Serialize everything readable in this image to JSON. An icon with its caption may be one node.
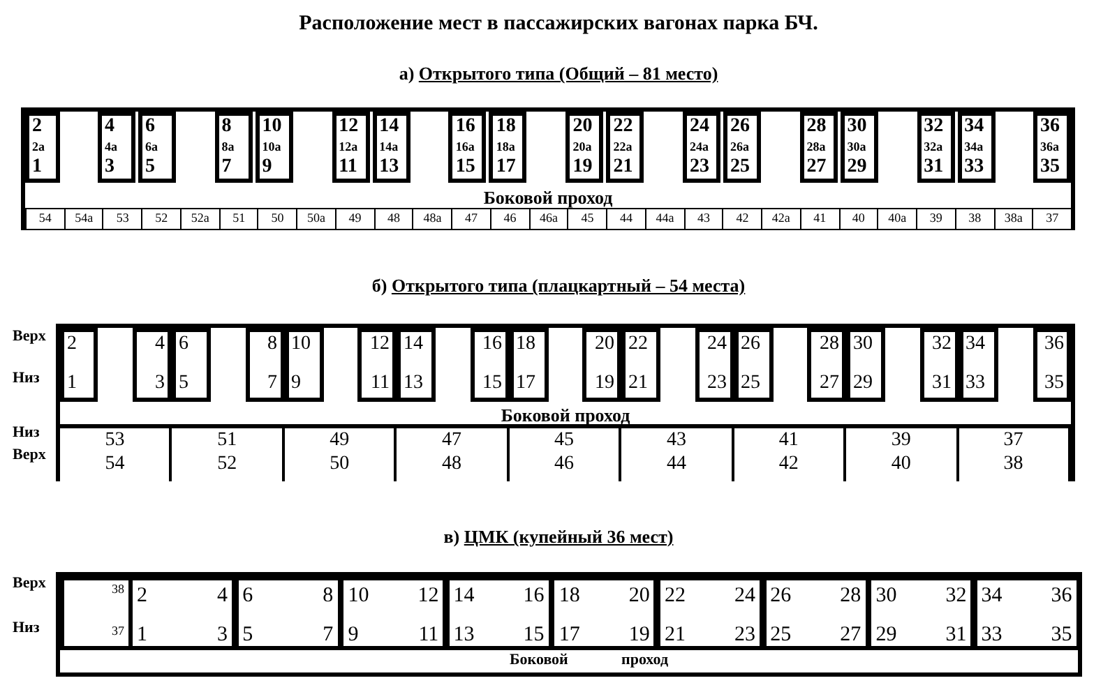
{
  "diagram": {
    "title": "Расположение мест в пассажирских вагонах парка БЧ.",
    "nodes": [
      {
        "text": [
          "а)",
          "Открытого типа (Общий – 81 место)",
          "Боковой проход"
        ]
      },
      {
        "text": [
          "2",
          "2а",
          "1"
        ],
        "in": 0
      },
      {
        "text": [
          "4",
          "4а",
          "3"
        ],
        "in": 0
      },
      {
        "text": [
          "6",
          "6а",
          "5"
        ],
        "in": 0
      },
      {
        "text": [
          "8",
          "8а",
          "7"
        ],
        "in": 0
      },
      {
        "text": [
          "10",
          "10а",
          "9"
        ],
        "in": 0
      },
      {
        "text": [
          "12",
          "12а",
          "11"
        ],
        "in": 0
      },
      {
        "text": [
          "14",
          "14а",
          "13"
        ],
        "in": 0
      },
      {
        "text": [
          "16",
          "16а",
          "15"
        ],
        "in": 0
      },
      {
        "text": [
          "18",
          "18а",
          "17"
        ],
        "in": 0
      },
      {
        "text": [
          "20",
          "20а",
          "19"
        ],
        "in": 0
      },
      {
        "text": [
          "22",
          "22а",
          "21"
        ],
        "in": 0
      },
      {
        "text": [
          "24",
          "24а",
          "23"
        ],
        "in": 0
      },
      {
        "text": [
          "26",
          "26а",
          "25"
        ],
        "in": 0
      },
      {
        "text": [
          "28",
          "28а",
          "27"
        ],
        "in": 0
      },
      {
        "text": [
          "30",
          "30а",
          "29"
        ],
        "in": 0
      },
      {
        "text": [
          "32",
          "32а",
          "31"
        ],
        "in": 0
      },
      {
        "text": [
          "34",
          "34а",
          "33"
        ],
        "in": 0
      },
      {
        "text": [
          "36",
          "36а",
          "35"
        ],
        "in": 0
      },
      {
        "text": [
          "54"
        ],
        "in": 0
      },
      {
        "text": [
          "54а"
        ],
        "in": 0
      },
      {
        "text": [
          "53"
        ],
        "in": 0
      },
      {
        "text": [
          "52"
        ],
        "in": 0
      },
      {
        "text": [
          "52а"
        ],
        "in": 0
      },
      {
        "text": [
          "51"
        ],
        "in": 0
      },
      {
        "text": [
          "50"
        ],
        "in": 0
      },
      {
        "text": [
          "50а"
        ],
        "in": 0
      },
      {
        "text": [
          "49"
        ],
        "in": 0
      },
      {
        "text": [
          "48"
        ],
        "in": 0
      },
      {
        "text": [
          "48а"
        ],
        "in": 0
      },
      {
        "text": [
          "47"
        ],
        "in": 0
      },
      {
        "text": [
          "46"
        ],
        "in": 0
      },
      {
        "text": [
          "46а"
        ],
        "in": 0
      },
      {
        "text": [
          "45"
        ],
        "in": 0
      },
      {
        "text": [
          "44"
        ],
        "in": 0
      },
      {
        "text": [
          "44а"
        ],
        "in": 0
      },
      {
        "text": [
          "43"
        ],
        "in": 0
      },
      {
        "text": [
          "42"
        ],
        "in": 0
      },
      {
        "text": [
          "42а"
        ],
        "in": 0
      },
      {
        "text": [
          "41"
        ],
        "in": 0
      },
      {
        "text": [
          "40"
        ],
        "in": 0
      },
      {
        "text": [
          "40а"
        ],
        "in": 0
      },
      {
        "text": [
          "39"
        ],
        "in": 0
      },
      {
        "text": [
          "38"
        ],
        "in": 0
      },
      {
        "text": [
          "38а"
        ],
        "in": 0
      },
      {
        "text": [
          "37"
        ],
        "in": 0
      },
      {
        "text": [
          "б)",
          "Открытого типа (плацкартный – 54 места)",
          "Боковой проход"
        ],
        "beside": [
          "Верх",
          "Низ",
          "Низ",
          "Верх"
        ]
      },
      {
        "text": [
          "2",
          "1"
        ],
        "in": 46
      },
      {
        "text": [
          "4",
          "3"
        ],
        "in": 46
      },
      {
        "text": [
          "6",
          "5"
        ],
        "in": 46
      },
      {
        "text": [
          "8",
          "7"
        ],
        "in": 46
      },
      {
        "text": [
          "10",
          "9"
        ],
        "in": 46
      },
      {
        "text": [
          "12",
          "11"
        ],
        "in": 46
      },
      {
        "text": [
          "14",
          "13"
        ],
        "in": 46
      },
      {
        "text": [
          "16",
          "15"
        ],
        "in": 46
      },
      {
        "text": [
          "18",
          "17"
        ],
        "in": 46
      },
      {
        "text": [
          "20",
          "19"
        ],
        "in": 46
      },
      {
        "text": [
          "22",
          "21"
        ],
        "in": 46
      },
      {
        "text": [
          "24",
          "23"
        ],
        "in": 46
      },
      {
        "text": [
          "26",
          "25"
        ],
        "in": 46
      },
      {
        "text": [
          "28",
          "27"
        ],
        "in": 46
      },
      {
        "text": [
          "30",
          "29"
        ],
        "in": 46
      },
      {
        "text": [
          "32",
          "31"
        ],
        "in": 46
      },
      {
        "text": [
          "34",
          "33"
        ],
        "in": 46
      },
      {
        "text": [
          "36",
          "35"
        ],
        "in": 46
      },
      {
        "text": [
          "53",
          "54"
        ],
        "in": 46
      },
      {
        "text": [
          "51",
          "52"
        ],
        "in": 46
      },
      {
        "text": [
          "49",
          "50"
        ],
        "in": 46
      },
      {
        "text": [
          "47",
          "48"
        ],
        "in": 46
      },
      {
        "text": [
          "45",
          "46"
        ],
        "in": 46
      },
      {
        "text": [
          "43",
          "44"
        ],
        "in": 46
      },
      {
        "text": [
          "41",
          "42"
        ],
        "in": 46
      },
      {
        "text": [
          "39",
          "40"
        ],
        "in": 46
      },
      {
        "text": [
          "37",
          "38"
        ],
        "in": 46
      },
      {
        "text": [
          "в)",
          "ЦМК (купейный 36 мест)",
          "Боковой",
          "проход"
        ],
        "beside": [
          "Верх",
          "Низ"
        ]
      },
      {
        "text": [
          "38",
          "37"
        ],
        "in": 74
      },
      {
        "text": [
          "2",
          "4",
          "1",
          "3"
        ],
        "in": 74
      },
      {
        "text": [
          "6",
          "8",
          "5",
          "7"
        ],
        "in": 74
      },
      {
        "text": [
          "10",
          "12",
          "9",
          "11"
        ],
        "in": 74
      },
      {
        "text": [
          "14",
          "16",
          "13",
          "15"
        ],
        "in": 74
      },
      {
        "text": [
          "18",
          "20",
          "17",
          "19"
        ],
        "in": 74
      },
      {
        "text": [
          "22",
          "24",
          "21",
          "23"
        ],
        "in": 74
      },
      {
        "text": [
          "26",
          "28",
          "25",
          "27"
        ],
        "in": 74
      },
      {
        "text": [
          "30",
          "32",
          "29",
          "31"
        ],
        "in": 74
      },
      {
        "text": [
          "34",
          "36",
          "33",
          "35"
        ],
        "in": 74
      }
    ]
  }
}
